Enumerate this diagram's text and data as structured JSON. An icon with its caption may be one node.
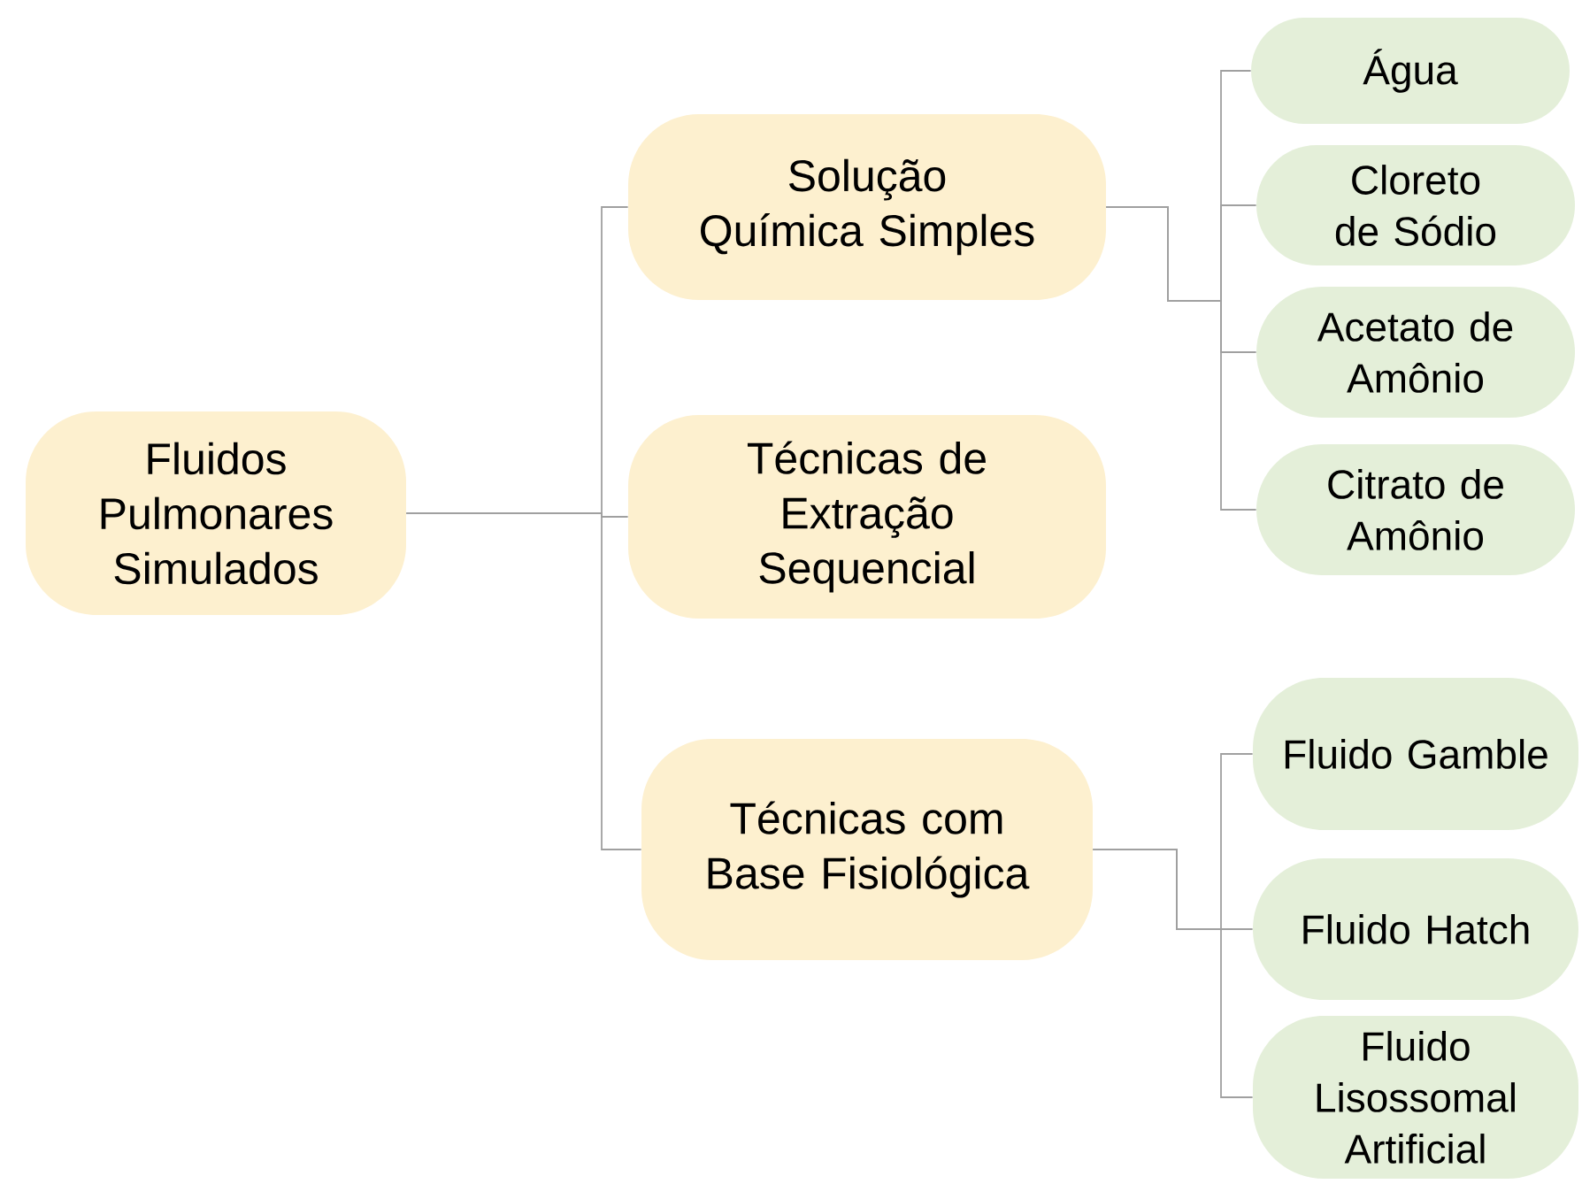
{
  "diagram": {
    "nodes": [
      {
        "text": [
          "Fluidos Pulmonares Simulados"
        ]
      },
      {
        "text": [
          "Solução Química Simples"
        ]
      },
      {
        "text": [
          "Técnicas de Extração Sequencial"
        ]
      },
      {
        "text": [
          "Técnicas com Base Fisiológica"
        ]
      },
      {
        "text": [
          "Água"
        ]
      },
      {
        "text": [
          "Cloreto de Sódio"
        ]
      },
      {
        "text": [
          "Acetato de Amônio"
        ]
      },
      {
        "text": [
          "Citrato de Amônio"
        ]
      },
      {
        "text": [
          "Fluido Gamble"
        ]
      },
      {
        "text": [
          "Fluido Hatch"
        ]
      },
      {
        "text": [
          "Fluido Lisossomal Artificial"
        ]
      }
    ],
    "edges": [
      {
        "from": 0,
        "to": 1,
        "arrow": "none"
      },
      {
        "from": 0,
        "to": 2,
        "arrow": "none"
      },
      {
        "from": 0,
        "to": 3,
        "arrow": "none"
      },
      {
        "from": 1,
        "to": 4,
        "arrow": "none"
      },
      {
        "from": 1,
        "to": 5,
        "arrow": "none"
      },
      {
        "from": 1,
        "to": 6,
        "arrow": "none"
      },
      {
        "from": 1,
        "to": 7,
        "arrow": "none"
      },
      {
        "from": 3,
        "to": 8,
        "arrow": "none"
      },
      {
        "from": 3,
        "to": 9,
        "arrow": "none"
      },
      {
        "from": 3,
        "to": 10,
        "arrow": "none"
      }
    ]
  }
}
